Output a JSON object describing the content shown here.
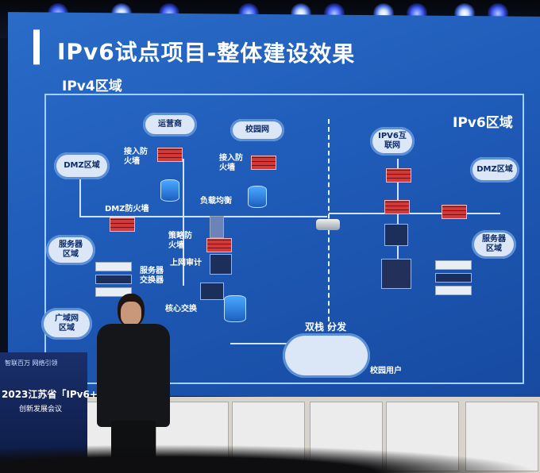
{
  "slide": {
    "title": "IPv6试点项目-整体建设效果",
    "ipv4_region": "IPv4区域",
    "ipv6_region": "IPv6区域",
    "labels": {
      "carrier": "运营商",
      "campus_net": "校园网",
      "access_fw_1": "接入防\n火墙",
      "access_fw_2": "接入防\n火墙",
      "dmz_left": "DMZ区域",
      "dmz_fw": "DMZ防火墙",
      "load_balance": "负载均衡",
      "strategy_fw": "策略防\n火墙",
      "server_area_left": "服务器\n区域",
      "server_switch": "服务器\n交换器",
      "online_audit": "上网审计",
      "core_switch": "核心交换",
      "wan_area": "广域网\n区域",
      "ipv6_internet": "IPV6互\n联网",
      "dmz_right": "DMZ区域",
      "server_area_right": "服务器\n区域",
      "dual_stack": "双栈 分发",
      "campus_users": "校园用户"
    }
  },
  "banner": {
    "top_text": "智联百万 网络引领",
    "event": "2023江苏省「IPv6+」",
    "subtitle": "创新发展会议"
  }
}
